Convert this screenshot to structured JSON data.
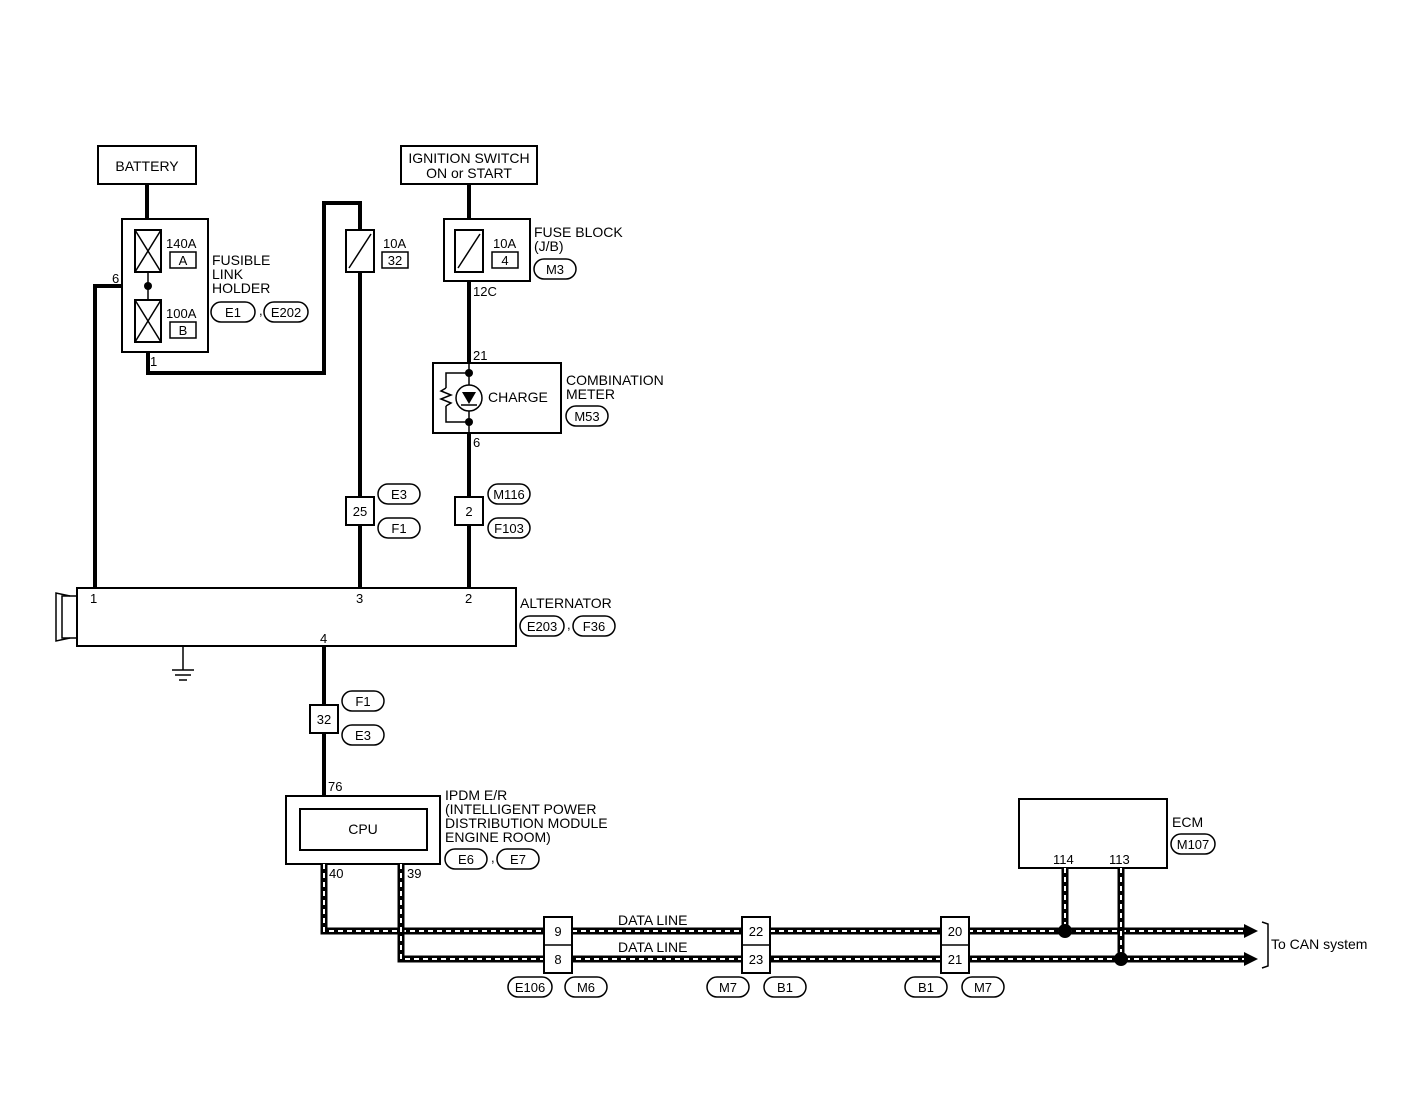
{
  "components": {
    "battery": "BATTERY",
    "ignition_line1": "IGNITION SWITCH",
    "ignition_line2": "ON or START",
    "fusible_link_holder": [
      "FUSIBLE",
      "LINK",
      "HOLDER"
    ],
    "fuse_block": [
      "FUSE BLOCK",
      "(J/B)"
    ],
    "combination_meter": [
      "COMBINATION",
      "METER"
    ],
    "charge_lamp": "CHARGE",
    "alternator": "ALTERNATOR",
    "ipdm": [
      "IPDM E/R",
      "(INTELLIGENT POWER",
      " DISTRIBUTION MODULE",
      " ENGINE ROOM)"
    ],
    "cpu": "CPU",
    "ecm": "ECM",
    "to_can": "To CAN system",
    "data_line": "DATA LINE"
  },
  "fuses": {
    "link_a_rating": "140A",
    "link_a_id": "A",
    "link_b_rating": "100A",
    "link_b_id": "B",
    "fuse32_rating": "10A",
    "fuse32_id": "32",
    "fuse4_rating": "10A",
    "fuse4_id": "4"
  },
  "connectors": {
    "e1": "E1",
    "e202": "E202",
    "m3": "M3",
    "m53": "M53",
    "e3_top": "E3",
    "f1_top": "F1",
    "m116": "M116",
    "f103": "F103",
    "e203": "E203",
    "f36": "F36",
    "f1_bot": "F1",
    "e3_bot": "E3",
    "e6": "E6",
    "e7": "E7",
    "m107": "M107",
    "e106": "E106",
    "m6": "M6",
    "m7_a": "M7",
    "b1_a": "B1",
    "b1_b": "B1",
    "m7_b": "M7"
  },
  "terminals": {
    "fl_6": "6",
    "fl_1": "1",
    "fb_12c": "12C",
    "cm_21": "21",
    "cm_6": "6",
    "j25": "25",
    "j2": "2",
    "alt_1": "1",
    "alt_3": "3",
    "alt_2": "2",
    "alt_4": "4",
    "j32": "32",
    "ipdm_76": "76",
    "ipdm_40": "40",
    "ipdm_39": "39",
    "ecm_114": "114",
    "ecm_113": "113",
    "j9": "9",
    "j8": "8",
    "j22": "22",
    "j23": "23",
    "j20": "20",
    "j21": "21"
  },
  "colors": {
    "wire": "#000000",
    "background": "#ffffff"
  }
}
